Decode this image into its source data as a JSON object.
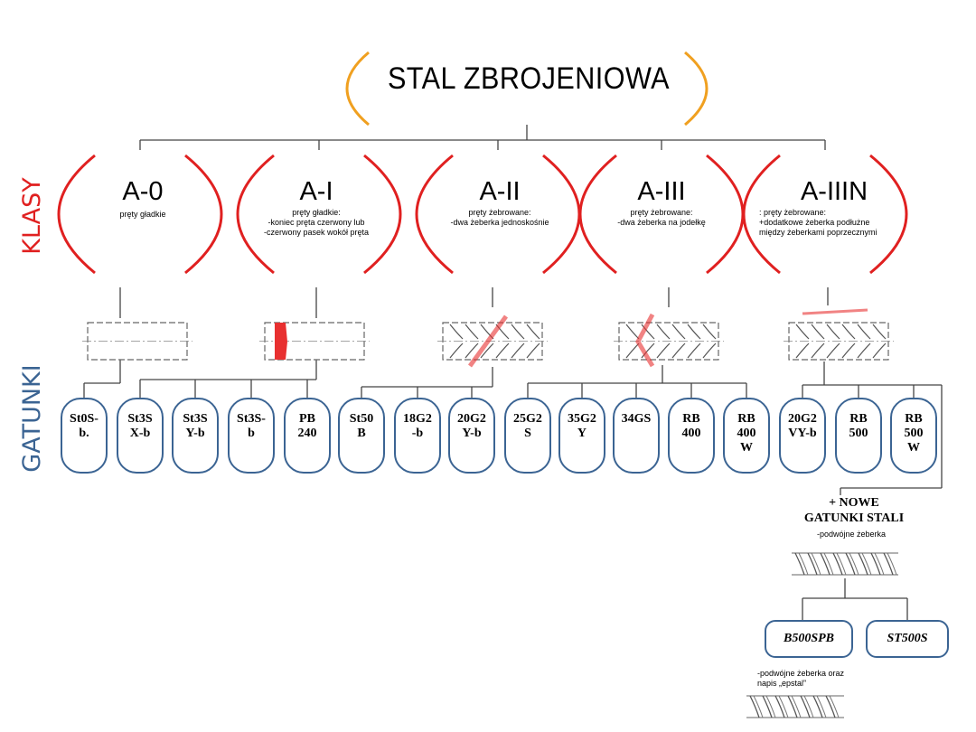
{
  "title": "STAL ZBROJENIOWA",
  "side_labels": {
    "classes": "KLASY",
    "grades": "GATUNKI"
  },
  "classes": [
    {
      "name": "A-0",
      "description": "pręty gładkie"
    },
    {
      "name": "A-I",
      "description": "pręty gładkie:\n-koniec pręta czerwony lub\n-czerwony pasek wokół pręta"
    },
    {
      "name": "A-II",
      "description": "pręty żebrowane:\n-dwa żeberka jednoskośnie"
    },
    {
      "name": "A-III",
      "description": "pręty żebrowane:\n-dwa żeberka na jodełkę"
    },
    {
      "name": "A-IIIN",
      "description": ": pręty żebrowane:\n+dodatkowe żeberka podłużne\nmiędzy żeberkami poprzecznymi"
    }
  ],
  "grades": [
    {
      "label": "St0S-\nb.",
      "class": "A-0"
    },
    {
      "label": "St3S\nX-b",
      "class": "A-I"
    },
    {
      "label": "St3S\nY-b",
      "class": "A-I"
    },
    {
      "label": "St3S-\nb",
      "class": "A-I"
    },
    {
      "label": "PB\n240",
      "class": "A-I"
    },
    {
      "label": "St50\nB",
      "class": "A-II"
    },
    {
      "label": "18G2\n-b",
      "class": "A-II"
    },
    {
      "label": "20G2\nY-b",
      "class": "A-II"
    },
    {
      "label": "25G2\nS",
      "class": "A-III"
    },
    {
      "label": "35G2\nY",
      "class": "A-III"
    },
    {
      "label": "34GS",
      "class": "A-III"
    },
    {
      "label": "RB\n400",
      "class": "A-III"
    },
    {
      "label": "RB\n400\nW",
      "class": "A-III"
    },
    {
      "label": "20G2\nVY-b",
      "class": "A-IIIN"
    },
    {
      "label": "RB\n500",
      "class": "A-IIIN"
    },
    {
      "label": "RB\n500\nW",
      "class": "A-IIIN"
    }
  ],
  "new_grades": {
    "title": "+ NOWE\nGATUNKI STALI",
    "note": "-podwójne żeberka",
    "items": [
      "B500SPB",
      "ST500S"
    ],
    "item_note": "-podwójne żeberka oraz\nnapis „epstal”"
  },
  "colors": {
    "root_brackets": "#f0a020",
    "class_arcs": "#e02020",
    "classes_label": "#e02020",
    "grades_label": "#3b6493",
    "grade_border": "#3b6493",
    "lines": "#444444",
    "bar_marking": "#e83030"
  }
}
